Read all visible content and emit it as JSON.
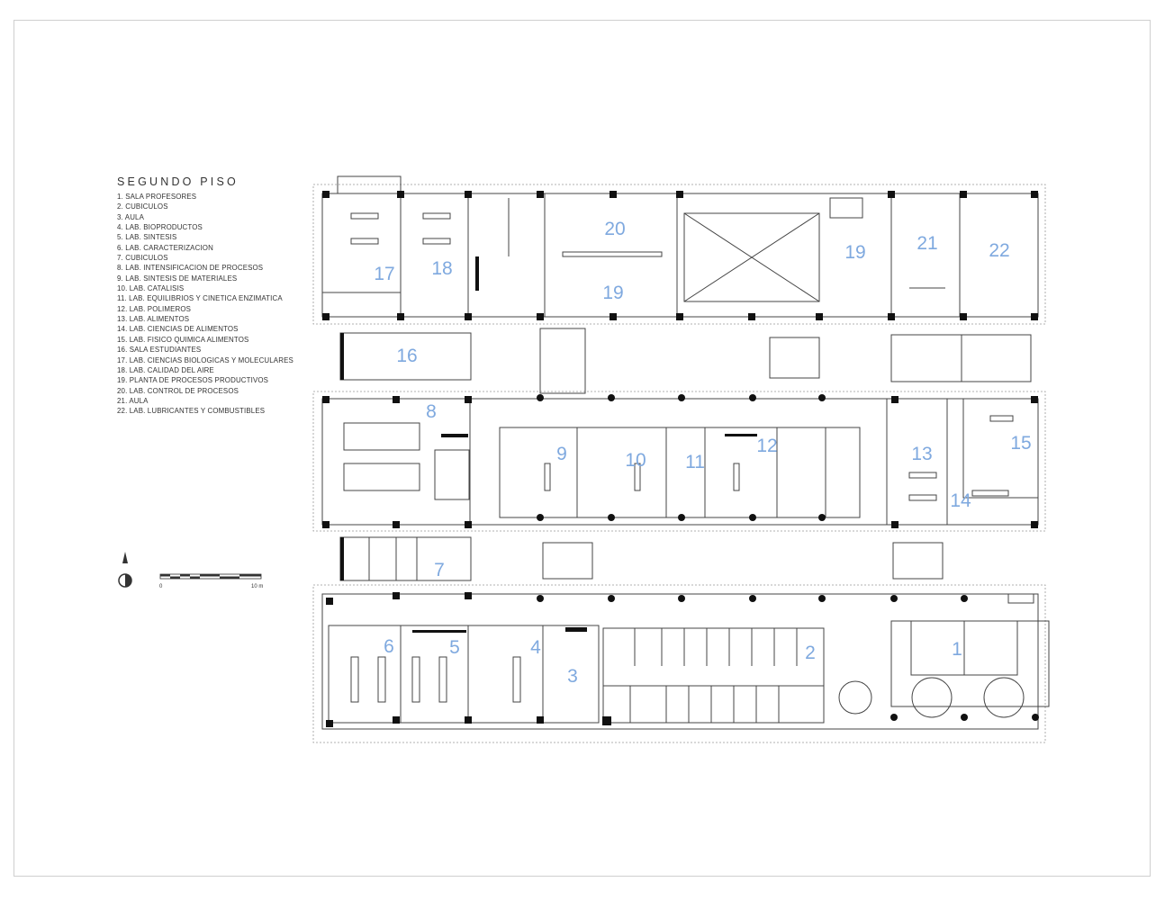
{
  "legend": {
    "title": "SEGUNDO PISO",
    "items": [
      "1. SALA PROFESORES",
      "2. CUBICULOS",
      "3. AULA",
      "4. LAB. BIOPRODUCTOS",
      "5. LAB. SINTESIS",
      "6. LAB. CARACTERIZACION",
      "7. CUBICULOS",
      "8. LAB. INTENSIFICACION DE PROCESOS",
      "9. LAB. SINTESIS DE MATERIALES",
      "10. LAB. CATALISIS",
      "11. LAB. EQUILIBRIOS Y CINETICA ENZIMATICA",
      "12. LAB. POLIMEROS",
      "13. LAB. ALIMENTOS",
      "14. LAB. CIENCIAS DE ALIMENTOS",
      "15. LAB. FISICO QUIMICA ALIMENTOS",
      "16. SALA ESTUDIANTES",
      "17. LAB. CIENCIAS BIOLOGICAS Y MOLECULARES",
      "18. LAB. CALIDAD DEL AIRE",
      "19. PLANTA DE PROCESOS PRODUCTIVOS",
      "20. LAB. CONTROL DE PROCESOS",
      "21. AULA",
      "22. LAB. LUBRICANTES Y COMBUSTIBLES"
    ]
  },
  "scale": {
    "start": "0",
    "end": "10 m"
  },
  "room_labels": [
    "17",
    "18",
    "20",
    "19",
    "19",
    "21",
    "22",
    "16",
    "8",
    "9",
    "10",
    "11",
    "12",
    "13",
    "15",
    "14",
    "7",
    "6",
    "5",
    "4",
    "3",
    "2",
    "1"
  ],
  "colors": {
    "room_label": "#7fa9df",
    "lines": "#444444",
    "frame": "#cfcfcf"
  }
}
